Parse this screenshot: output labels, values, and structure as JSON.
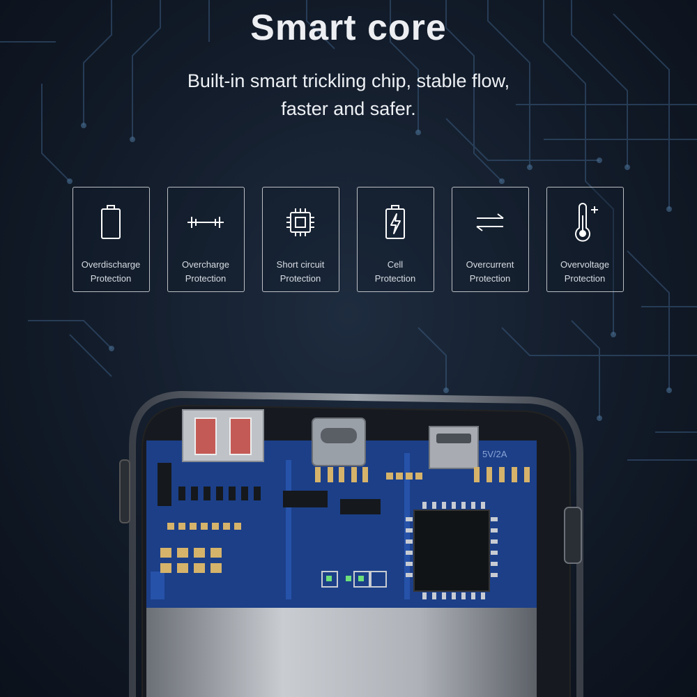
{
  "header": {
    "title": "Smart core",
    "subtitle_line1": "Built-in smart trickling chip, stable flow,",
    "subtitle_line2": "faster and safer."
  },
  "features": [
    {
      "icon": "battery-icon",
      "line1": "Overdischarge",
      "line2": "Protection"
    },
    {
      "icon": "resistor-icon",
      "line1": "Overcharge",
      "line2": "Protection"
    },
    {
      "icon": "chip-icon",
      "line1": "Short circuit",
      "line2": "Protection"
    },
    {
      "icon": "battery-bolt-icon",
      "line1": "Cell",
      "line2": "Protection"
    },
    {
      "icon": "swap-arrows-icon",
      "line1": "Overcurrent",
      "line2": "Protection"
    },
    {
      "icon": "thermometer-plus-icon",
      "line1": "Overvoltage",
      "line2": "Protection"
    }
  ],
  "device": {
    "pcb_marking": "5V/2A"
  },
  "colors": {
    "background": "#121b29",
    "pcb": "#1b3e86",
    "card_border": "#ffffff",
    "text": "#eceef2"
  }
}
